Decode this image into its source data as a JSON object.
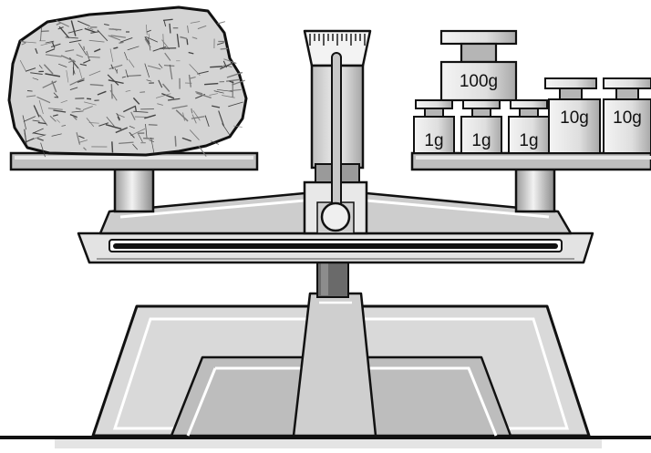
{
  "weights": {
    "large": "100g",
    "medium_1": "10g",
    "medium_2": "10g",
    "small_1": "1g",
    "small_2": "1g",
    "small_3": "1g"
  },
  "colors": {
    "outline": "#111111",
    "metal_light": "#e6e6e6",
    "metal_mid": "#c8c8c8",
    "metal_dark": "#8f8f8f",
    "rock": "#d7d7d7"
  }
}
